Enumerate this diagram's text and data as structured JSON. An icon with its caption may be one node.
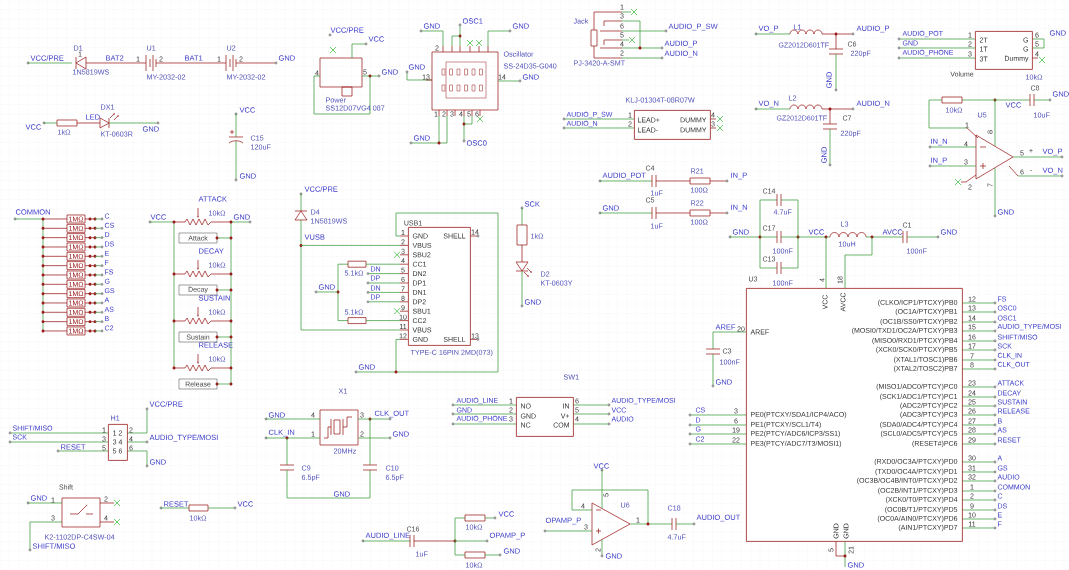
{
  "diagram": {
    "nodes": [
      {
        "text": [
          "GND",
          "SHELL",
          "VBUS",
          "SBU2",
          "CC1",
          "DN2",
          "DP1",
          "DN1",
          "DP2",
          "SBU1",
          "CC2",
          "VBUS",
          "GND",
          "SHELL"
        ]
      },
      {
        "text": [
          "LEAD+",
          "DUMMY",
          "LEAD-",
          "DUMMY"
        ]
      },
      {
        "text": [
          "2T",
          "G",
          "1T",
          "G",
          "3T",
          "Dummy"
        ]
      },
      {
        "text": [
          "VCC",
          "AVCC",
          "AREF",
          "(CLKO/ICP1/PTCXY)PB0",
          "(OC1A/PTCXY)PB1",
          "(OC1B/SS0/PTCXY)PB2",
          "(MOSI0/TXD1/OC2A/PTCXY)PB3",
          "(MISO0/RXD1/PTCXY)PB4",
          "(XCK0/SCK0/PTCXY)PB5",
          "(XTAL1/TOSC1)PB6",
          "(XTAL2/TOSC2)PB7",
          "(MISO1/ADC0/PTCY)PC0",
          "(SCK1/ADC1/PTCY)PC1",
          "(ADC2/PTCY)PC2",
          "(ADC3/PTCY)PC3",
          "(SDA0/ADC4/PTCY)PC4",
          "(SCL0/ADC5/PTCY)PC5",
          "(RESET#)PC6",
          "PE0(PTCXY/SDA1/ICP4/ACO)",
          "PE1(PTCXY/SCL1/T4)",
          "PE2(PTCY/ADC6/ICP3/SS1)",
          "PE3(PTCY/ADC7/T3/MOSI1)",
          "(RXD0/OC3A/PTCXY)PD0",
          "(TXD0/OC4A/PTCXY)PD1",
          "(OC3B/OC4B/INT0/PTCXY)PD2",
          "(OC2B/INT1/PTCXY)PD3",
          "(XCK0/T0/PTCXY)PD4",
          "(OC0B/T1/PTCXY)PD5",
          "(OC0A/AIN0/PTCXY)PD6",
          "(AIN1/PTCXY)PD7",
          "GND",
          "GND"
        ]
      },
      {
        "text": [
          "NO",
          "IN",
          "GND",
          "V+",
          "NC",
          "COM"
        ]
      },
      {
        "text": [
          "1 2",
          "3 4",
          "5 6"
        ]
      }
    ],
    "labels": [
      "VCC/PRE",
      "D1",
      "1",
      "1N5819WS",
      "BAT2",
      "U1",
      "1",
      "2",
      "MY-2032-02",
      "BAT1",
      "U2",
      "1",
      "2",
      "MY-2032-02",
      "GND",
      "DX1",
      "LED",
      "VCC",
      "1kΩ",
      "KT-0603R",
      "GND",
      "VCC",
      "C15",
      "120uF",
      "GND",
      "COMMON",
      "1MΩ",
      "1MΩ",
      "1MΩ",
      "1MΩ",
      "1MΩ",
      "1MΩ",
      "1MΩ",
      "1MΩ",
      "1MΩ",
      "1MΩ",
      "1MΩ",
      "1MΩ",
      "1MΩ",
      "C",
      "CS",
      "D",
      "DS",
      "E",
      "F",
      "FS",
      "G",
      "GS",
      "A",
      "AS",
      "B",
      "C2",
      "ATTACK",
      "10kΩ",
      "VCC",
      "GND",
      "Attack",
      "DECAY",
      "10kΩ",
      "Decay",
      "SUSTAIN",
      "10kΩ",
      "Sustain",
      "RELEASE",
      "10kΩ",
      "Release",
      "VCC/PRE",
      "VCC",
      "4",
      "5",
      "GND",
      "Power",
      "SS12D07VG4 087",
      "GND",
      "OSC1",
      "GND",
      "2",
      "Oscillator",
      "GND",
      "13",
      "14",
      "GND",
      "SS-24D35-G040",
      "1",
      "2",
      "3",
      "4",
      "5",
      "6",
      "GND",
      "OSC0",
      "Jack",
      "1",
      "3",
      "6",
      "5",
      "4",
      "2",
      "AUDIO_P_SW",
      "AUDIO_P",
      "AUDIO_N",
      "PJ-3420-A-SMT",
      "KLJ-01304T-08R07W",
      "AUDIO_P_SW",
      "AUDIO_N",
      "1",
      "2",
      "4",
      "3",
      "C4",
      "AUDIO_POT",
      "R21",
      "1uF",
      "100Ω",
      "IN_P",
      "C5",
      "GND",
      "R22",
      "1uF",
      "100Ω",
      "IN_N",
      "VO_P",
      "L1",
      "AUDIO_P",
      "GZ2012D601TF",
      "C6",
      "220pF",
      "GND",
      "VO_N",
      "L2",
      "AUDIO_N",
      "GZ2012D601TF",
      "C7",
      "220pF",
      "GND",
      "AUDIO_POT",
      "GND",
      "AUDIO_PHONE",
      "1",
      "2",
      "3",
      "6",
      "5",
      "4",
      "GND",
      "Volume",
      "10kΩ",
      "C8",
      "GND",
      "VCC",
      "10kΩ",
      "U5",
      "10uF",
      "1",
      "8",
      "IN_N",
      "4",
      "5",
      "+",
      "VO_P",
      "IN_P",
      "3",
      "6",
      "-",
      "VO_N",
      "2",
      "7",
      "GND",
      "C14",
      "4.7uF",
      "GND",
      "C17",
      "VCC",
      "L3",
      "AVCC",
      "C1",
      "GND",
      "10uH",
      "100nF",
      "100nF",
      "C13",
      "U3",
      "100nF",
      "4",
      "18",
      "VCC/PRE",
      "D4",
      "1N5819WS",
      "VUSB",
      "USB1",
      "1",
      "2",
      "3",
      "4",
      "5",
      "6",
      "7",
      "8",
      "9",
      "10",
      "11",
      "12",
      "14",
      "13",
      "5.1kΩ",
      "DN",
      "DP",
      "GND",
      "DN",
      "DP",
      "5.1kΩ",
      "TYPE-C 16PIN 2MD(073)",
      "GND",
      "SCK",
      "1kΩ",
      "D2",
      "KT-0603Y",
      "GND",
      "12",
      "13",
      "14",
      "15",
      "16",
      "17",
      "7",
      "8",
      "23",
      "24",
      "25",
      "26",
      "27",
      "28",
      "29",
      "30",
      "31",
      "32",
      "1",
      "2",
      "9",
      "10",
      "11",
      "FS",
      "OSC0",
      "OSC1",
      "AUDIO_TYPE/MOSI",
      "SHIFT/MISO",
      "SCK",
      "CLK_IN",
      "CLK_OUT",
      "ATTACK",
      "DECAY",
      "SUSTAIN",
      "RELEASE",
      "B",
      "AS",
      "RESET",
      "A",
      "GS",
      "AUDIO",
      "COMMON",
      "C",
      "DS",
      "E",
      "F",
      "AREF",
      "20",
      "C3",
      "100nF",
      "GND",
      "CS",
      "D",
      "G",
      "C2",
      "3",
      "6",
      "19",
      "22",
      "5",
      "21",
      "GND",
      "VCC/PRE",
      "H1",
      "SHIFT/MISO",
      "1",
      "2",
      "SCK",
      "3",
      "4",
      "AUDIO_TYPE/MOSI",
      "RESET",
      "5",
      "6",
      "GND",
      "Shift",
      "GND",
      "1",
      "2",
      "3",
      "4",
      "K2-1102DP-C4SW-04",
      "SHIFT/MISO",
      "RESET",
      "10kΩ",
      "VCC",
      "X1",
      "GND",
      "4",
      "3",
      "CLK_OUT",
      "CLK_IN",
      "1",
      "2",
      "GND",
      "20MHz",
      "C9",
      "C10",
      "6.5pF",
      "6.5pF",
      "GND",
      "SW1",
      "AUDIO_LINE",
      "1",
      "6",
      "AUDIO_TYPE/MOSI",
      "GND",
      "2",
      "5",
      "VCC",
      "AUDIO_PHONE",
      "3",
      "4",
      "AUDIO",
      "VCC",
      "5",
      "4",
      "U6",
      "C18",
      "OPAMP_P",
      "1",
      "AUDIO_OUT",
      "3",
      "4.7uF",
      "2",
      "GND",
      "C16",
      "10kΩ",
      "VCC",
      "AUDIO_LINE",
      "OPAMP_P",
      "GND",
      "1uF",
      "10kΩ"
    ]
  }
}
